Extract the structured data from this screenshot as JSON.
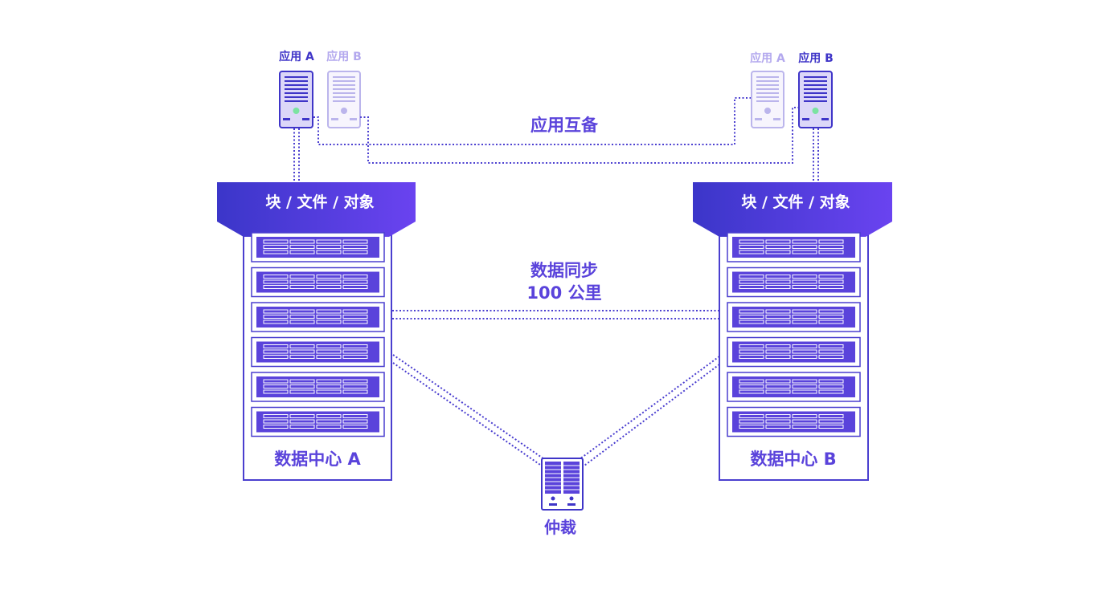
{
  "colors": {
    "primary": "#5a43db",
    "primary_dark": "#3f35c8",
    "primary_light": "#b3a8ee",
    "ghost_fill": "#eeebfb",
    "banner_start": "#3b36c9",
    "banner_end": "#6a43f0",
    "dc_border": "#4a3fcf"
  },
  "apps": {
    "left": {
      "active_label": "应用 A",
      "ghost_label": "应用 B"
    },
    "right": {
      "ghost_label": "应用 A",
      "active_label": "应用 B"
    }
  },
  "links": {
    "app_link_label": "应用互备",
    "sync_label_line1": "数据同步",
    "sync_label_line2": "100 公里"
  },
  "datacenters": {
    "a": {
      "banner": "块 / 文件 / 对象",
      "name": "数据中心 A"
    },
    "b": {
      "banner": "块 / 文件 / 对象",
      "name": "数据中心 B"
    }
  },
  "arbiter": {
    "label": "仲裁"
  }
}
